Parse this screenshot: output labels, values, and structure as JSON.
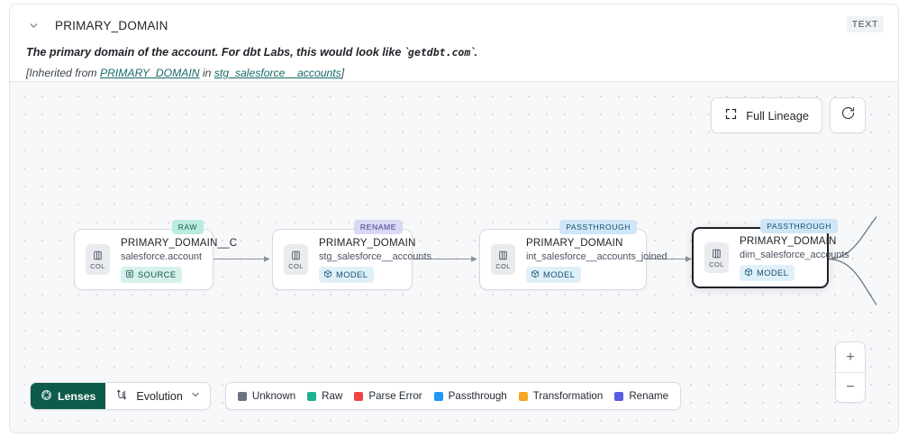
{
  "header": {
    "chevron_icon": "chevron-down-icon",
    "title": "PRIMARY_DOMAIN",
    "type_badge": "TEXT",
    "description_pre": "The primary domain of the account. For dbt Labs, this would look like `",
    "description_code": "getdbt.com",
    "description_post": "`.",
    "inherited_prefix": "[Inherited from ",
    "inherited_column": "PRIMARY_DOMAIN",
    "inherited_middle": " in ",
    "inherited_model": "stg_salesforce__accounts",
    "inherited_suffix": "]"
  },
  "toolbar": {
    "full_lineage_label": "Full Lineage",
    "full_lineage_icon": "expand-icon",
    "refresh_icon": "refresh-icon"
  },
  "zoom_controls": {
    "zoom_in_label": "+",
    "zoom_out_label": "−"
  },
  "graph": {
    "col_chip_label": "COL",
    "nodes": [
      {
        "kind_badge": "RAW",
        "kind_class": "kind-raw",
        "title": "PRIMARY_DOMAIN__C",
        "subtitle": "salesforce.account",
        "type_label": "SOURCE",
        "type_class": "source",
        "type_icon": "database-icon",
        "selected": false
      },
      {
        "kind_badge": "RENAME",
        "kind_class": "kind-rename",
        "title": "PRIMARY_DOMAIN",
        "subtitle": "stg_salesforce__accounts",
        "type_label": "MODEL",
        "type_class": "model",
        "type_icon": "cube-icon",
        "selected": false
      },
      {
        "kind_badge": "PASSTHROUGH",
        "kind_class": "kind-passthrough",
        "title": "PRIMARY_DOMAIN",
        "subtitle": "int_salesforce__accounts_joined",
        "type_label": "MODEL",
        "type_class": "model",
        "type_icon": "cube-icon",
        "selected": false
      },
      {
        "kind_badge": "PASSTHROUGH",
        "kind_class": "kind-passthrough",
        "title": "PRIMARY_DOMAIN",
        "subtitle": "dim_salesforce_accounts",
        "type_label": "MODEL",
        "type_class": "model",
        "type_icon": "cube-icon",
        "selected": true
      }
    ]
  },
  "bottom_bar": {
    "lenses_label": "Lenses",
    "lenses_icon": "aperture-icon",
    "evolution_label": "Evolution",
    "evolution_icon": "evolution-icon",
    "evolution_caret_icon": "chevron-down-icon",
    "legend": [
      {
        "label": "Unknown",
        "color": "#6b7280"
      },
      {
        "label": "Raw",
        "color": "#1ab394"
      },
      {
        "label": "Parse Error",
        "color": "#ef4444"
      },
      {
        "label": "Passthrough",
        "color": "#2196f3"
      },
      {
        "label": "Transformation",
        "color": "#f5a623"
      },
      {
        "label": "Rename",
        "color": "#5b5ce2"
      }
    ]
  }
}
